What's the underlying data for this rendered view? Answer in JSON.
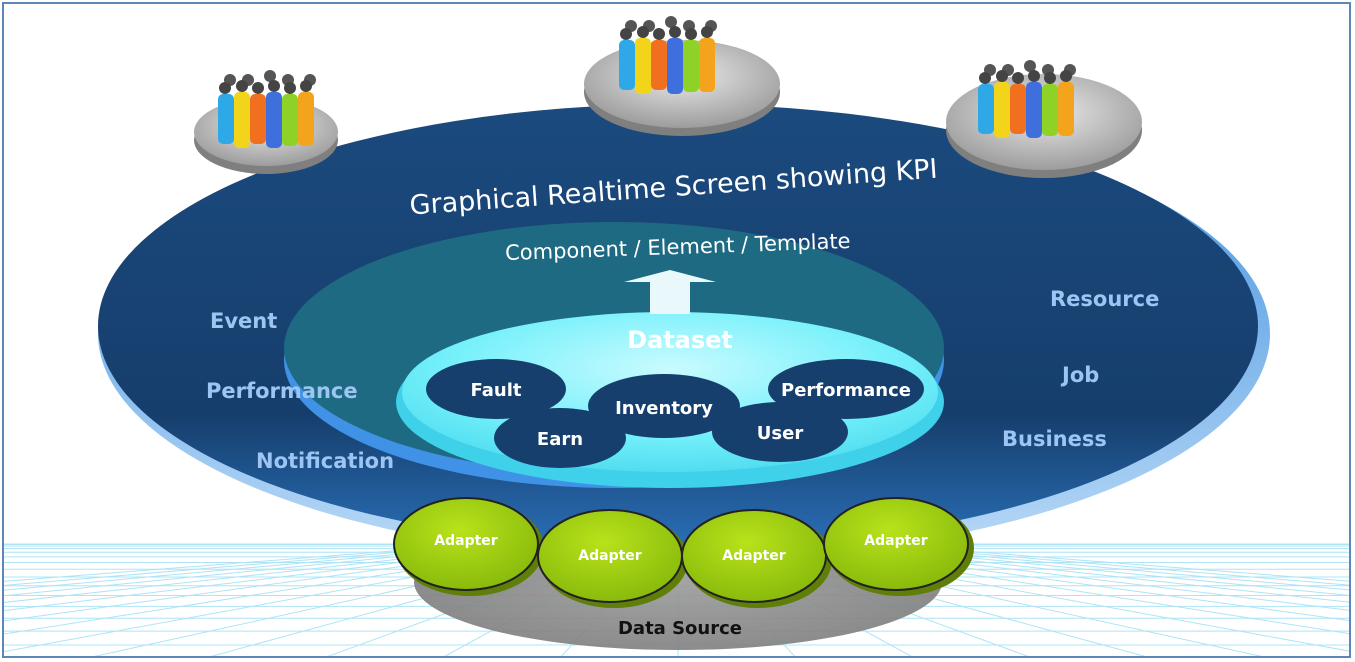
{
  "title": "Graphical Realtime Screen showing KPI",
  "layer_component": "Component / Element / Template",
  "dataset": {
    "label": "Dataset",
    "items": [
      "Fault",
      "Inventory",
      "Performance",
      "Earn",
      "User"
    ]
  },
  "left_labels": [
    "Event",
    "Performance",
    "Notification"
  ],
  "right_labels": [
    "Resource",
    "Job",
    "Business"
  ],
  "adapters": [
    "Adapter",
    "Adapter",
    "Adapter",
    "Adapter"
  ],
  "data_source": "Data Source",
  "colors": {
    "outer_ring": "#173f6e",
    "middle_ring": "#1e6a82",
    "dataset_disc": "#6ef2fb",
    "item_oval": "#173f6e",
    "adapter": "#9ccc10",
    "side_label": "#9cc5f4",
    "grid": "#aee4f5"
  },
  "icons": [
    "user-group-icon",
    "user-group-icon",
    "user-group-icon",
    "up-arrow-icon"
  ]
}
